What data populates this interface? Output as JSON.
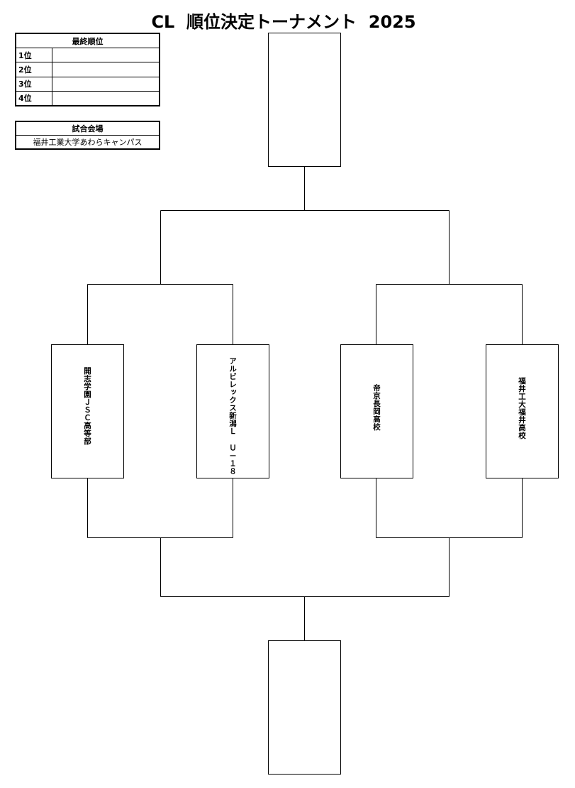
{
  "title": "CL  順位決定トーナメント  2025",
  "final_ranking": {
    "header": "最終順位",
    "rows": [
      {
        "label": "1位",
        "value": ""
      },
      {
        "label": "2位",
        "value": ""
      },
      {
        "label": "3位",
        "value": ""
      },
      {
        "label": "4位",
        "value": ""
      }
    ]
  },
  "venue": {
    "header": "試合会場",
    "name": "福井工業大学あわらキャンパス"
  },
  "teams": [
    "開志学園ＪＳＣ高等部",
    "アルビレックス新潟Ｌ Ｕ－１８",
    "帝京長岡高校",
    "福井工大福井高校"
  ],
  "winner_slot": "",
  "third_place_slot": ""
}
